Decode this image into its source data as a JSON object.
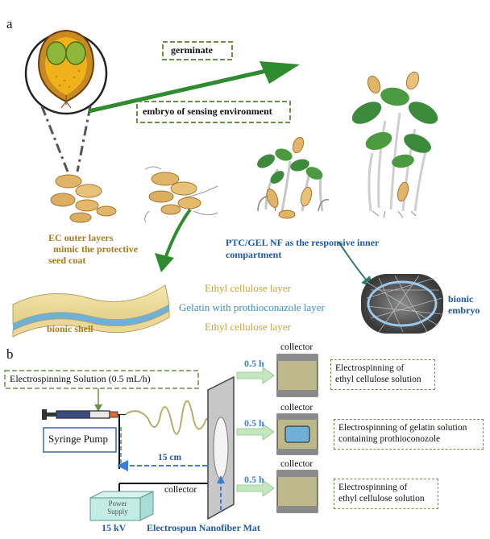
{
  "panel_a": {
    "letter": "a",
    "germinate": "germinate",
    "embryo_env": "embryo of sensing environment",
    "ec_layers": [
      "EC outer layers",
      "mimic the protective",
      "seed coat"
    ],
    "ptc_gel": [
      "PTC/GEL NF as the responsive inner",
      "compartment"
    ],
    "layers": [
      "Ethyl cellulose layer",
      "Gelatin with prothioconazole layer",
      "Ethyl cellulose layer"
    ],
    "bionic_shell": "bionic shell",
    "bionic_embryo": [
      "bionic",
      "embryo"
    ]
  },
  "panel_b": {
    "letter": "b",
    "solution": "Electrospinning Solution (0.5 mL/h)",
    "pump": "Syringe Pump",
    "distance": "15 cm",
    "collector": "collector",
    "power_supply": [
      "Power",
      "Supply"
    ],
    "voltage": "15 kV",
    "mat": "Electrospun Nanofiber Mat",
    "steps": [
      {
        "collector": "collector",
        "time": "0.5 h",
        "text": [
          "Electrospinning of",
          "ethyl cellulose solution"
        ]
      },
      {
        "collector": "collector",
        "time": "0.5 h",
        "text": [
          "Electrospinning of gelatin solution",
          "containing prothioconozole"
        ]
      },
      {
        "collector": "collector",
        "time": "0.5 h",
        "text": [
          "Electrospinning of",
          "ethyl cellulose solution"
        ]
      }
    ]
  },
  "colors": {
    "green_arrow": "#2e8b2e",
    "seed_tan": "#e0b56a",
    "leaf_green": "#3c8a3c",
    "dashed_border": "#6f8f47",
    "text_gold": "#a87a1e",
    "text_blue": "#1f5aa6"
  }
}
